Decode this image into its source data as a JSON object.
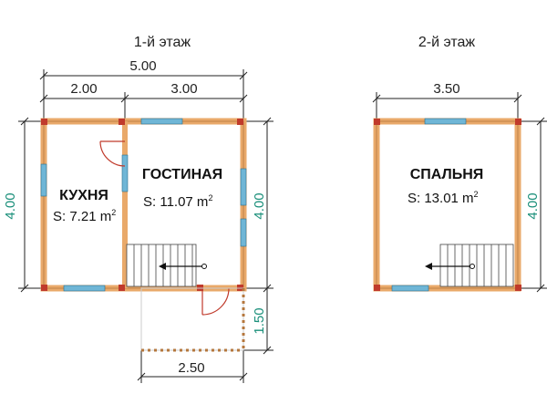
{
  "colors": {
    "wall": "#e9a96a",
    "wall_edge": "#b5773d",
    "dimension_line": "#222222",
    "dimension_text_vertical": "#1a8f7a",
    "window": "#6fb6d6",
    "door_frame": "#c03a2b",
    "terrace": "#b5773d"
  },
  "floor1": {
    "title": "1-й этаж",
    "dims": {
      "total_width": "5.00",
      "left_width": "2.00",
      "right_width": "3.00",
      "left_height": "4.00",
      "right_height": "4.00",
      "terrace_height": "1.50",
      "terrace_width": "2.50"
    },
    "rooms": {
      "kitchen": {
        "name": "КУХНЯ",
        "area_prefix": "S: 7.21 m",
        "area_sup": "2"
      },
      "living": {
        "name": "ГОСТИНАЯ",
        "area_prefix": "S: 11.07 m",
        "area_sup": "2"
      }
    }
  },
  "floor2": {
    "title": "2-й этаж",
    "dims": {
      "width": "3.50",
      "right_height": "4.00"
    },
    "rooms": {
      "bedroom": {
        "name": "СПАЛЬНЯ",
        "area_prefix": "S: 13.01 m",
        "area_sup": "2"
      }
    }
  }
}
